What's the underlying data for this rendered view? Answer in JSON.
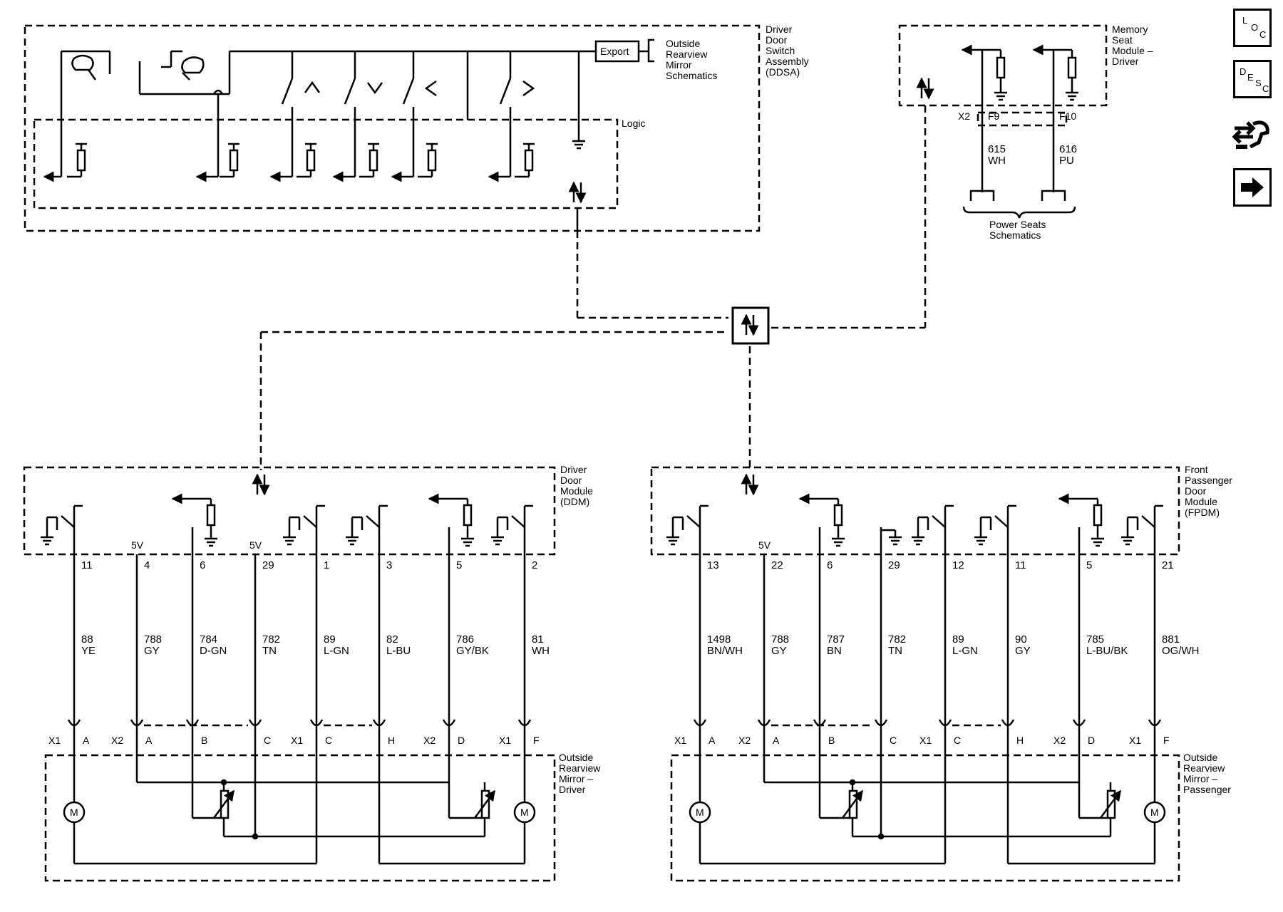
{
  "modules": {
    "ddsa": "Driver|Door|Switch|Assembly|(DDSA)",
    "logic": "Logic",
    "export": "Export",
    "export_ref": "Outside|Rearview|Mirror|Schematics",
    "msm": "Memory|Seat|Module –|Driver",
    "power_seats": "Power Seats|Schematics",
    "ddm": "Driver|Door|Module|(DDM)",
    "fpdm": "Front|Passenger|Door|Module|(FPDM)",
    "mirror_driver": "Outside|Rearview|Mirror –|Driver",
    "mirror_pass": "Outside|Rearview|Mirror –|Passenger",
    "five_v": "5V",
    "motor": "M"
  },
  "msm_wires": [
    {
      "pin": "F9",
      "circuit": "615",
      "color": "WH"
    },
    {
      "pin": "F10",
      "circuit": "616",
      "color": "PU"
    }
  ],
  "msm_connector": "X2",
  "ddm_wires": [
    {
      "pin": "11",
      "circuit": "88",
      "color": "YE",
      "conn": "X1",
      "cav": "A"
    },
    {
      "pin": "4",
      "circuit": "788",
      "color": "GY",
      "conn": "X2",
      "cav": "A"
    },
    {
      "pin": "6",
      "circuit": "784",
      "color": "D-GN",
      "conn": "",
      "cav": "B"
    },
    {
      "pin": "29",
      "circuit": "782",
      "color": "TN",
      "conn": "",
      "cav": "C"
    },
    {
      "pin": "1",
      "circuit": "89",
      "color": "L-GN",
      "conn": "X1",
      "cav": "C"
    },
    {
      "pin": "3",
      "circuit": "82",
      "color": "L-BU",
      "conn": "",
      "cav": "H"
    },
    {
      "pin": "5",
      "circuit": "786",
      "color": "GY/BK",
      "conn": "X2",
      "cav": "D"
    },
    {
      "pin": "2",
      "circuit": "81",
      "color": "WH",
      "conn": "X1",
      "cav": "F"
    }
  ],
  "fpdm_wires": [
    {
      "pin": "13",
      "circuit": "1498",
      "color": "BN/WH",
      "conn": "X1",
      "cav": "A"
    },
    {
      "pin": "22",
      "circuit": "788",
      "color": "GY",
      "conn": "X2",
      "cav": "A"
    },
    {
      "pin": "6",
      "circuit": "787",
      "color": "BN",
      "conn": "",
      "cav": "B"
    },
    {
      "pin": "29",
      "circuit": "782",
      "color": "TN",
      "conn": "",
      "cav": "C"
    },
    {
      "pin": "12",
      "circuit": "89",
      "color": "L-GN",
      "conn": "X1",
      "cav": "C"
    },
    {
      "pin": "11",
      "circuit": "90",
      "color": "GY",
      "conn": "",
      "cav": "H"
    },
    {
      "pin": "5",
      "circuit": "785",
      "color": "L-BU/BK",
      "conn": "X2",
      "cav": "D"
    },
    {
      "pin": "21",
      "circuit": "881",
      "color": "OG/WH",
      "conn": "X1",
      "cav": "F"
    }
  ],
  "side_buttons": [
    {
      "name": "loc-button",
      "glyph": "LOC"
    },
    {
      "name": "desc-button",
      "glyph": "DESC"
    },
    {
      "name": "tool-button",
      "glyph": "tool"
    },
    {
      "name": "next-button",
      "glyph": "arrow"
    }
  ]
}
